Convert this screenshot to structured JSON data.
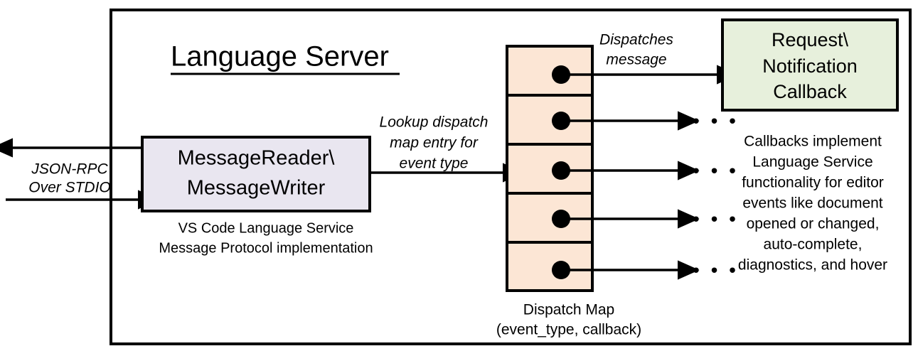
{
  "diagram": {
    "title": "Language Server",
    "outer_container_name": "Language Server",
    "colors": {
      "message_box_fill": "#E9E6F0",
      "dispatch_map_fill": "#FCE6D5",
      "callback_box_fill": "#E7F0DC",
      "stroke": "#000000",
      "background": "#FFFFFF"
    },
    "external_channel": {
      "label_line1": "JSON-RPC",
      "label_line2": "Over STDIO",
      "outbound_arrow": "arrow-left-outbound",
      "inbound_arrow": "arrow-right-inbound"
    },
    "message_box": {
      "line1": "MessageReader\\",
      "line2": "MessageWriter",
      "caption_line1": "VS Code Language Service",
      "caption_line2": "Message Protocol implementation"
    },
    "lookup_label": {
      "line1": "Lookup dispatch",
      "line2": "map entry for",
      "line3": "event type"
    },
    "dispatch_map": {
      "caption_line1": "Dispatch Map",
      "caption_line2": "(event_type, callback)",
      "row_count": 5,
      "rows": [
        {
          "index": 1,
          "has_dot": true,
          "target": "Request\\Notification Callback",
          "ellipsis": ""
        },
        {
          "index": 2,
          "has_dot": true,
          "target": "",
          "ellipsis": "• • •"
        },
        {
          "index": 3,
          "has_dot": true,
          "target": "",
          "ellipsis": "• • •"
        },
        {
          "index": 4,
          "has_dot": true,
          "target": "",
          "ellipsis": "• • •"
        },
        {
          "index": 5,
          "has_dot": true,
          "target": "",
          "ellipsis": "• • •"
        }
      ]
    },
    "dispatch_label": {
      "line1": "Dispatches",
      "line2": "message"
    },
    "callback_box": {
      "line1": "Request\\",
      "line2": "Notification",
      "line3": "Callback"
    },
    "callback_caption": {
      "line1": "Callbacks implement",
      "line2": "Language Service",
      "line3": "functionality for editor",
      "line4": "events like document",
      "line5": "opened or changed,",
      "line6": "auto-complete,",
      "line7": "diagnostics, and hover"
    }
  }
}
